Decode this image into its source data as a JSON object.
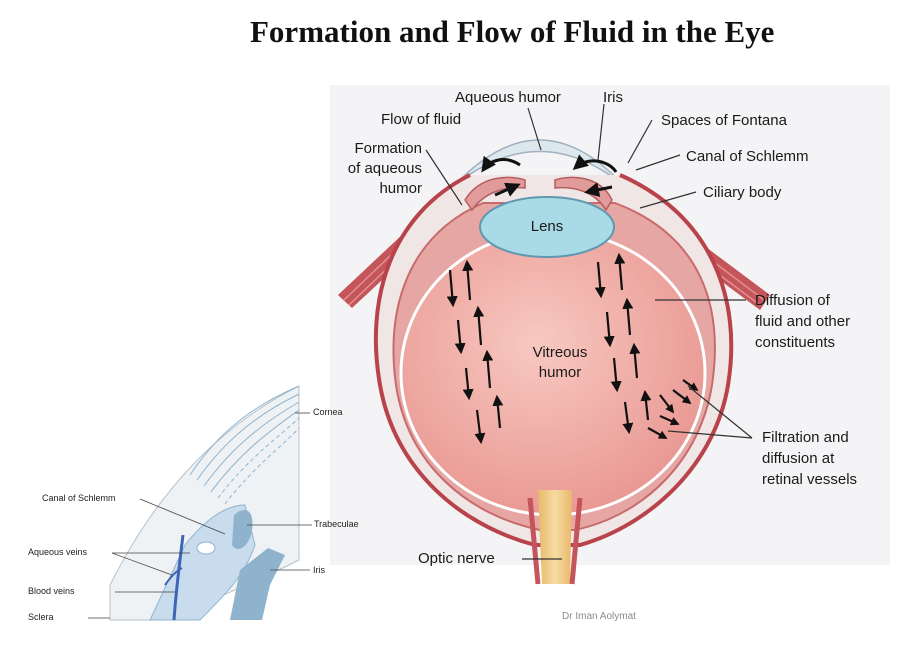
{
  "title": "Formation and Flow of Fluid in the Eye",
  "main_labels": {
    "aqueous_humor": "Aqueous humor",
    "iris": "Iris",
    "flow_of_fluid": "Flow of fluid",
    "spaces_of_fontana": "Spaces of Fontana",
    "formation_line1": "Formation",
    "formation_line2": "of aqueous",
    "formation_line3": "humor",
    "canal_of_schlemm": "Canal of Schlemm",
    "ciliary_body": "Ciliary body",
    "lens": "Lens",
    "diffusion_line1": "Diffusion of",
    "diffusion_line2": "fluid and other",
    "diffusion_line3": "constituents",
    "vitreous_line1": "Vitreous",
    "vitreous_line2": "humor",
    "filtration_line1": "Filtration and",
    "filtration_line2": "diffusion at",
    "filtration_line3": "retinal vessels",
    "optic_nerve": "Optic nerve"
  },
  "inset_labels": {
    "cornea": "Cornea",
    "canal_of_schlemm": "Canal of Schlemm",
    "trabeculae": "Trabeculae",
    "aqueous_veins": "Aqueous veins",
    "iris": "Iris",
    "blood_veins": "Blood veins",
    "sclera": "Sclera"
  },
  "credit": "Dr Iman Aolymat",
  "colors": {
    "sclera_outer": "#b8434a",
    "choroid": "#e6a6a3",
    "vitreous": "#f1b2ac",
    "lens": "#a9dbe6",
    "cornea": "#dfe8ee",
    "muscle": "#c4555a",
    "optic_nerve": "#f3d08f",
    "inset_blue": "#8fb3cc",
    "vein_blue": "#3c66b5"
  }
}
